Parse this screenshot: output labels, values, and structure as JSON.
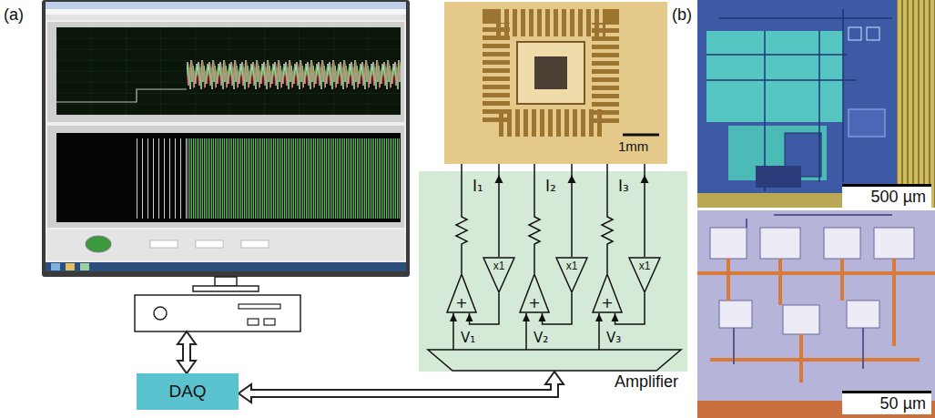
{
  "diagram": {
    "nodes": [
      {
        "text": [
          "Amplifier"
        ]
      },
      {
        "text": [
          "+"
        ],
        "in": 0
      },
      {
        "text": [
          "x1"
        ],
        "in": 0
      },
      {
        "text": [
          "+"
        ],
        "in": 0
      },
      {
        "text": [
          "x1"
        ],
        "in": 0
      },
      {
        "text": [
          "+"
        ],
        "in": 0
      },
      {
        "text": [
          "x1"
        ],
        "in": 0
      },
      {
        "text": [
          "DAQ"
        ]
      }
    ],
    "edges": [
      {
        "from": 7,
        "to": 0,
        "arrow": "both"
      },
      {
        "from": 2,
        "to": 1,
        "arrow": "to"
      },
      {
        "from": 4,
        "to": 3,
        "arrow": "to"
      },
      {
        "from": 6,
        "to": 5,
        "arrow": "to"
      }
    ],
    "labels": [
      "(a)",
      "1mm",
      "I₁",
      "I₂",
      "I₃",
      "V₁",
      "V₂",
      "V₃",
      "(b)",
      "500 µm",
      "50 µm"
    ]
  }
}
